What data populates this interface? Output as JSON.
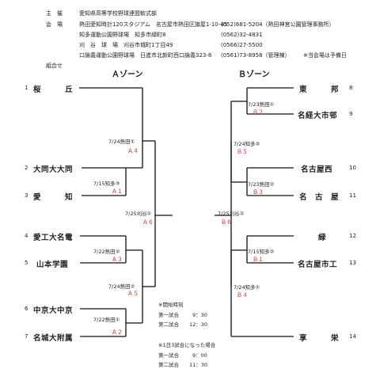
{
  "header": {
    "rows": [
      {
        "label": "主　催",
        "text": "愛知県高等学校野球連盟軟式部",
        "extra": "",
        "note": ""
      },
      {
        "label": "会　場",
        "text": "熱田愛知時計120スタジアム　名古屋市熱田区旗屋1-10-45",
        "extra": "(052)681-5204（熱田神宮公園管理事務所）",
        "note": ""
      },
      {
        "label": "",
        "text": "知多運動公園野球場　知多市緑町8",
        "extra": "(0562)32-4831",
        "note": ""
      },
      {
        "label": "",
        "text": "刈　谷　球　場　刈谷市城町1丁目49",
        "extra": "(0566)27-5500",
        "note": ""
      },
      {
        "label": "",
        "text": "口論義運動公園野球場　日進市北新町西口論義323-8",
        "extra": "(0561)73-8958（管理棟）",
        "note": "※当会場は予備日"
      },
      {
        "label": "組合せ",
        "text": "",
        "extra": "",
        "note": ""
      }
    ]
  },
  "zones": {
    "a": "Ａゾーン",
    "b": "Ｂゾーン"
  },
  "teams_left": [
    {
      "seed": "1",
      "name": "桜　　　丘"
    },
    {
      "seed": "2",
      "name": "大同大大同"
    },
    {
      "seed": "3",
      "name": "愛　　　知"
    },
    {
      "seed": "4",
      "name": "愛工大名電"
    },
    {
      "seed": "5",
      "name": "山本学園"
    },
    {
      "seed": "6",
      "name": "中京大中京"
    },
    {
      "seed": "7",
      "name": "名城大附属"
    }
  ],
  "teams_right": [
    {
      "seed": "8",
      "name": "東　　　邦"
    },
    {
      "seed": "9",
      "name": "名経大市邨"
    },
    {
      "seed": "10",
      "name": "名古屋西"
    },
    {
      "seed": "11",
      "name": "名　古　屋"
    },
    {
      "seed": "12",
      "name": "緑"
    },
    {
      "seed": "13",
      "name": "名古屋市工"
    },
    {
      "seed": "14",
      "name": "享　　　栄"
    }
  ],
  "matches": {
    "a1": {
      "info": "7/15知多③",
      "id": "Ａ１"
    },
    "a2": {
      "info": "7/22熱田①",
      "id": "Ａ２"
    },
    "a3": {
      "info": "7/22熱田②",
      "id": "Ａ３"
    },
    "a4": {
      "info": "7/24熱田①",
      "id": "Ａ４"
    },
    "a5": {
      "info": "7/24熱田②",
      "id": "Ａ５"
    },
    "a6": {
      "info": "7/25刈谷①",
      "id": "Ａ６"
    },
    "b1": {
      "info": "7/15知多②",
      "id": "Ｂ１"
    },
    "b2": {
      "info": "7/23熱田①",
      "id": "Ｂ２"
    },
    "b3": {
      "info": "7/23熱田②",
      "id": "Ｂ３"
    },
    "b4": {
      "info": "7/24知多①",
      "id": "Ｂ４"
    },
    "b5": {
      "info": "7/24知多②",
      "id": "Ｂ５"
    },
    "b6": {
      "info": "7/25刈谷②",
      "id": "Ｂ６"
    }
  },
  "notes": {
    "start_title": "※開始時刻",
    "start": [
      {
        "label": "第一試合",
        "time": "9：30"
      },
      {
        "label": "第二試合",
        "time": "12：30"
      }
    ],
    "triple_title": "※1日3試合になった場合",
    "triple": [
      {
        "label": "第一試合",
        "time": "9：00"
      },
      {
        "label": "第二試合",
        "time": "11：30"
      }
    ]
  },
  "colors": {
    "match_id": "#d02020",
    "line": "#111111"
  }
}
